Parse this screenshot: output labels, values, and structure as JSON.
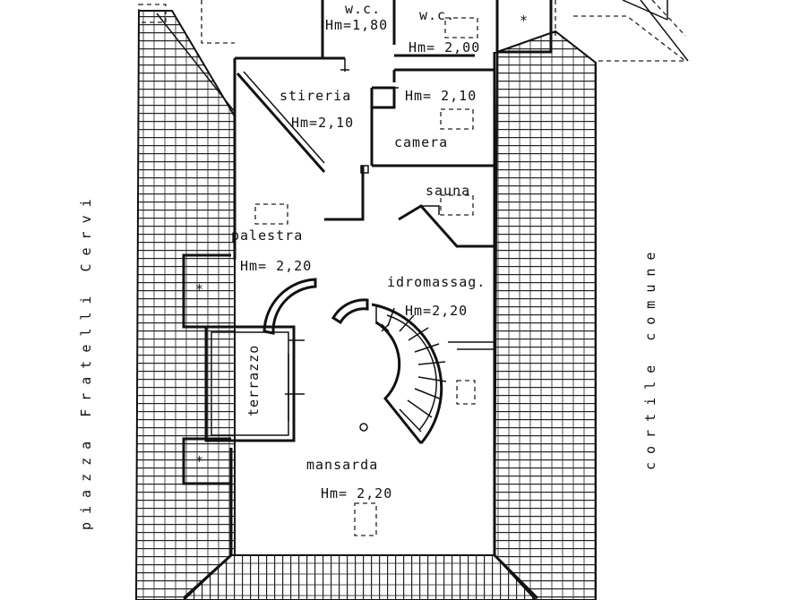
{
  "plan": {
    "rooms": {
      "wc_small_name": "w.c.",
      "wc_small_height": "Hm=1,80",
      "wc_name": "w.c.",
      "wc_height": "Hm= 2,00",
      "stireria_name": "stireria",
      "stireria_height": "Hm=2,10",
      "camera_height": "Hm= 2,10",
      "camera_name": "camera",
      "sauna_name": "sauna",
      "palestra_name": "palestra",
      "palestra_height": "Hm= 2,20",
      "idromassaggio_name": "idromassag.",
      "idromassaggio_height": "Hm=2,20",
      "terrazzo_name": "terrazzo",
      "mansarda_name": "mansarda",
      "mansarda_height": "Hm= 2,20"
    },
    "streets": {
      "left": "piazza Fratelli Cervi",
      "right": "cortile comune"
    },
    "marks": {
      "asterisk": "*"
    }
  }
}
